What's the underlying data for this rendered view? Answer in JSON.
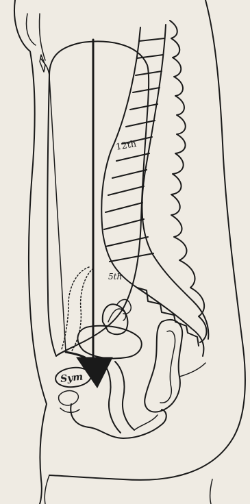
{
  "labels": {
    "vertebra_upper": "12th",
    "vertebra_lower": "5th",
    "symphysis": "Sym"
  },
  "colors": {
    "background": "#efebe3",
    "ink": "#1a1a1a"
  },
  "icons": {
    "arrow": "down-arrow-icon"
  }
}
